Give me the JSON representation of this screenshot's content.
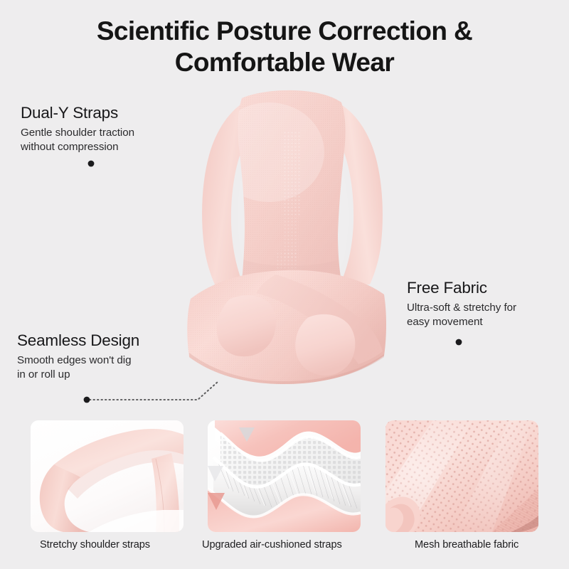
{
  "background_color": "#eeedee",
  "accent_pink": "#f6d1cc",
  "text_color": "#151515",
  "header": {
    "title_line_1": "Scientific Posture Correction &",
    "title_line_2": "Comfortable Wear"
  },
  "callouts": [
    {
      "id": "dual-y-straps",
      "heading": "Dual-Y Straps",
      "body": "Gentle shoulder traction\nwithout compression"
    },
    {
      "id": "free-fabric",
      "heading": "Free Fabric",
      "body": "Ultra-soft & stretchy for\neasy movement"
    },
    {
      "id": "seamless-design",
      "heading": "Seamless Design",
      "body": "Smooth edges won't dig\nin or roll up"
    }
  ],
  "product": {
    "name": "posture-corrector-brace",
    "color": "#f6d1cc",
    "embossed_pattern": "perforated-vertical-brand-text"
  },
  "feature_cards": [
    {
      "id": "stretchy-shoulder-straps",
      "caption": "Stretchy shoulder straps",
      "image": "pink-shoulder-strap-loop"
    },
    {
      "id": "upgraded-air-cushioned-straps",
      "caption": "Upgraded air-cushioned straps",
      "image": "layered-wavy-material-cross-section"
    },
    {
      "id": "mesh-breathable-fabric",
      "caption": "Mesh breathable fabric",
      "image": "perforated-pink-mesh-fabric"
    }
  ]
}
